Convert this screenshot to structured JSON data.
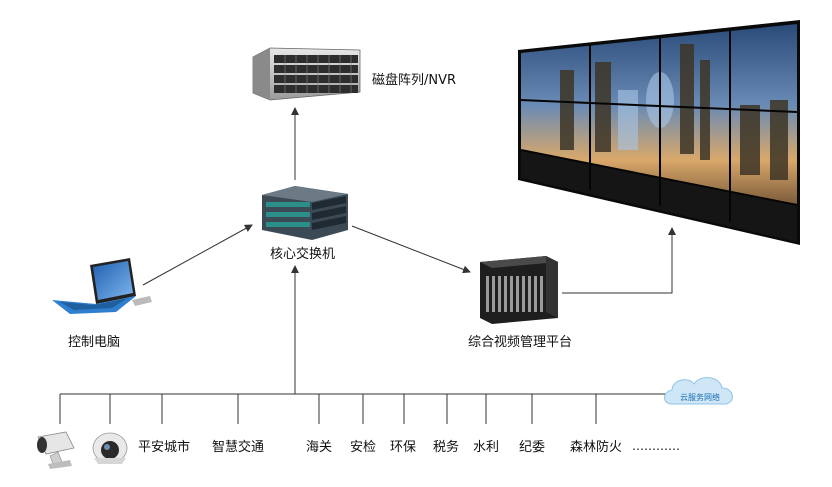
{
  "nodes": {
    "storage": "磁盘阵列/NVR",
    "core_switch": "核心交换机",
    "control_pc": "控制电脑",
    "video_platform": "综合视频管理平台"
  },
  "cloud": {
    "label": "云服务网络"
  },
  "sources": [
    "平安城市",
    "智慧交通",
    "海关",
    "安检",
    "环保",
    "税务",
    "水利",
    "纪委",
    "森林防火",
    "…………"
  ],
  "colors": {
    "line": "#333333",
    "wall_frame": "#111111",
    "cloud": "#cfe6f7",
    "cloud_stroke": "#8ec3e8"
  }
}
